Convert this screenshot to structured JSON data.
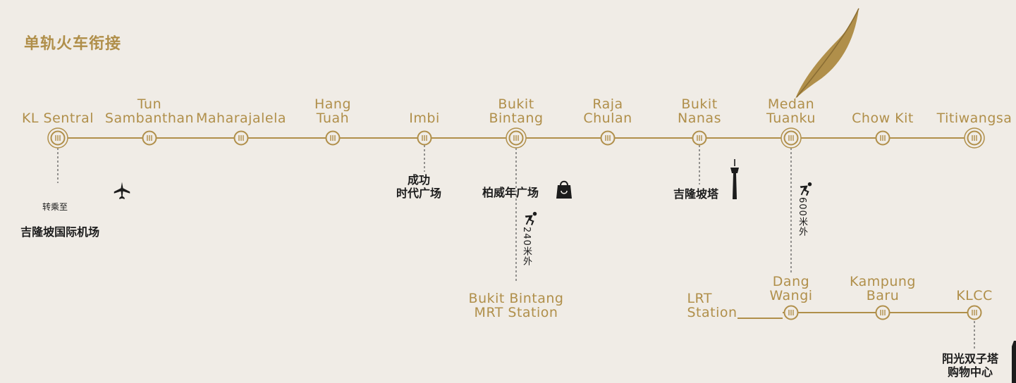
{
  "title": "单轨火车衔接",
  "colors": {
    "gold": "#b08f4a",
    "background": "#f0ece6",
    "text_dark": "#1c1c1c"
  },
  "stations": [
    {
      "name": "KL Sentral",
      "major": true
    },
    {
      "name": "Tun\nSambanthan",
      "major": false
    },
    {
      "name": "Maharajalela",
      "major": false
    },
    {
      "name": "Hang\nTuah",
      "major": false
    },
    {
      "name": "Imbi",
      "major": false
    },
    {
      "name": "Bukit\nBintang",
      "major": true
    },
    {
      "name": "Raja\nChulan",
      "major": false
    },
    {
      "name": "Bukit\nNanas",
      "major": false
    },
    {
      "name": "Medan\nTuanku",
      "major": true
    },
    {
      "name": "Chow Kit",
      "major": false
    },
    {
      "name": "Titiwangsa",
      "major": true
    }
  ],
  "bottom_line": {
    "start_label": "LRT\nStation",
    "stations": [
      {
        "name": "Dang\nWangi"
      },
      {
        "name": "Kampung\nBaru"
      },
      {
        "name": "KLCC"
      }
    ]
  },
  "mrt_label": "Bukit Bintang\nMRT Station",
  "landmarks": {
    "airport_prefix": "转乘至",
    "airport": "吉隆坡国际机场",
    "times_square": "成功\n时代广场",
    "pavilion": "柏威年广场",
    "kl_tower": "吉隆坡塔",
    "suria_klcc": "阳光双子塔\n购物中心"
  },
  "walk_distances": {
    "bukit_bintang": "240米外",
    "medan_tuanku": "600米外"
  },
  "icons": [
    "plane-icon",
    "shopping-bag-icon",
    "kl-tower-icon",
    "walking-person-icon",
    "feather-icon",
    "twin-tower-icon"
  ]
}
